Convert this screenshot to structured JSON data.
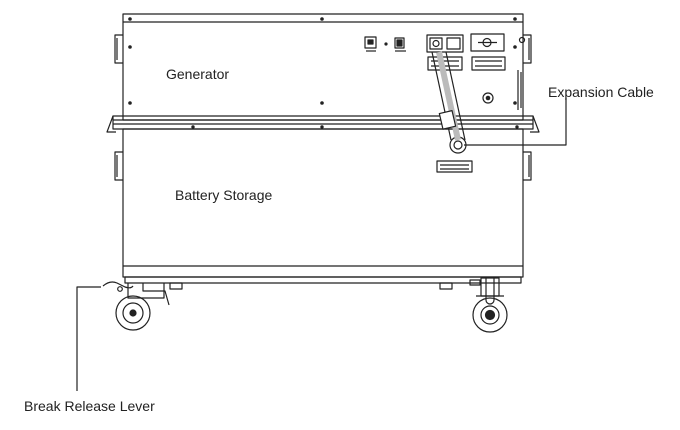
{
  "diagram": {
    "labels": {
      "generator": "Generator",
      "battery_storage": "Battery Storage",
      "expansion_cable": "Expansion Cable",
      "break_release_lever": "Break Release Lever"
    }
  }
}
